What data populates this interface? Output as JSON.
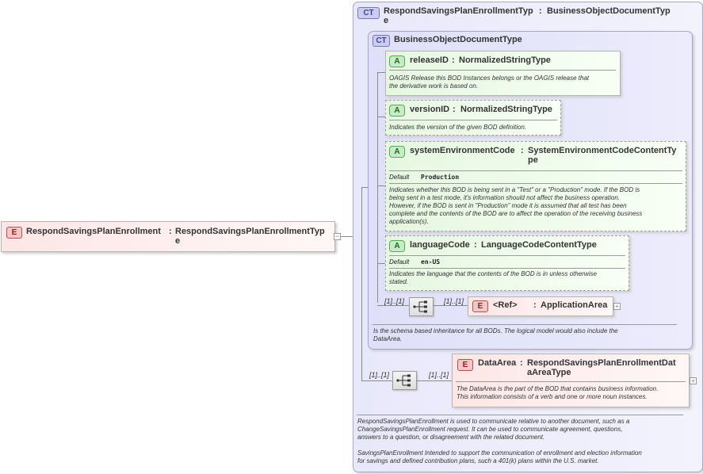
{
  "root_element": {
    "kind": "E",
    "name": "RespondSavingsPlanEnrollment",
    "sep": ":",
    "type_line1": "RespondSavingsPlanEnrollmentTyp",
    "type_line2": "e"
  },
  "outer_type": {
    "kind": "CT",
    "name": "RespondSavingsPlanEnrollmentTyp",
    "sep": ":",
    "base_line1": "BusinessObjectDocumentTyp",
    "name_line2": "e",
    "base_full": "BusinessObjectDocumentType",
    "documentation_p1": [
      "RespondSavingsPlanEnrollment is used to communicate relative to another document, such as a",
      "ChangeSavingsPlanEnrollment request. It can be used to communicate agreement, questions,",
      "answers to a question, or disagreement with the related document."
    ],
    "documentation_p2": [
      "SavingsPlanEnrollment  Intended to support the communication of enrollment and election information",
      "for savings and defined contribution plans, such a 401(k) plans within the U.S. market."
    ]
  },
  "inner_type": {
    "kind": "CT",
    "name": "BusinessObjectDocumentType",
    "documentation": [
      "Is the schema based inheritance for all BODs. The logical model would also include the",
      "DataArea."
    ]
  },
  "attributes": [
    {
      "kind": "A",
      "name": "releaseID",
      "sep": ":",
      "type": "NormalizedStringType",
      "doc": [
        "OAGIS Release this BOD Instances belongs or the OAGIS release that",
        "the derivative work is based on."
      ]
    },
    {
      "kind": "A",
      "name": "versionID",
      "sep": ":",
      "type": "NormalizedStringType",
      "doc": [
        "Indicates the version of the given BOD definition."
      ]
    },
    {
      "kind": "A",
      "name": "systemEnvironmentCode",
      "sep": ":",
      "type_line1": "SystemEnvironmentCodeContentTy",
      "type_line2": "pe",
      "default_label": "Default",
      "default_value": "Production",
      "doc": [
        "Indicates whether this BOD is being sent in a \"Test\" or a \"Production\" mode. If the BOD is",
        "being sent in a test mode, it's information should not affect the business operation.",
        "However, if the BOD is sent in \"Production\" mode it is assumed that all test has been",
        "complete and the contents of the BOD are to affect the operation of the receiving business",
        "application(s)."
      ]
    },
    {
      "kind": "A",
      "name": "languageCode",
      "sep": ":",
      "type": "LanguageCodeContentType",
      "default_label": "Default",
      "default_value": "en-US",
      "doc": [
        "Indicates the language that the contents of the BOD is in unless otherwise",
        "stated."
      ]
    }
  ],
  "application_area": {
    "kind": "E",
    "ref": "<Ref>",
    "sep": ":",
    "name": "ApplicationArea",
    "mult_left": "[1]..[1]",
    "mult_right": "[1]..[1]"
  },
  "data_area": {
    "kind": "E",
    "name": "DataArea",
    "sep": ":",
    "type_line1": "RespondSavingsPlanEnrollmentDat",
    "type_line2": "aAreaType",
    "mult_left": "[1]..[1]",
    "mult_right": "[1]..[1]",
    "doc": [
      "The DataArea is the part of the BOD that contains business information.",
      "This information consists of a verb and one or more noun instances."
    ]
  },
  "colors": {
    "complex_type_bg": "#e8e8fb",
    "element_bg": "#fde6e6",
    "attribute_bg": "#e6f7e0"
  }
}
